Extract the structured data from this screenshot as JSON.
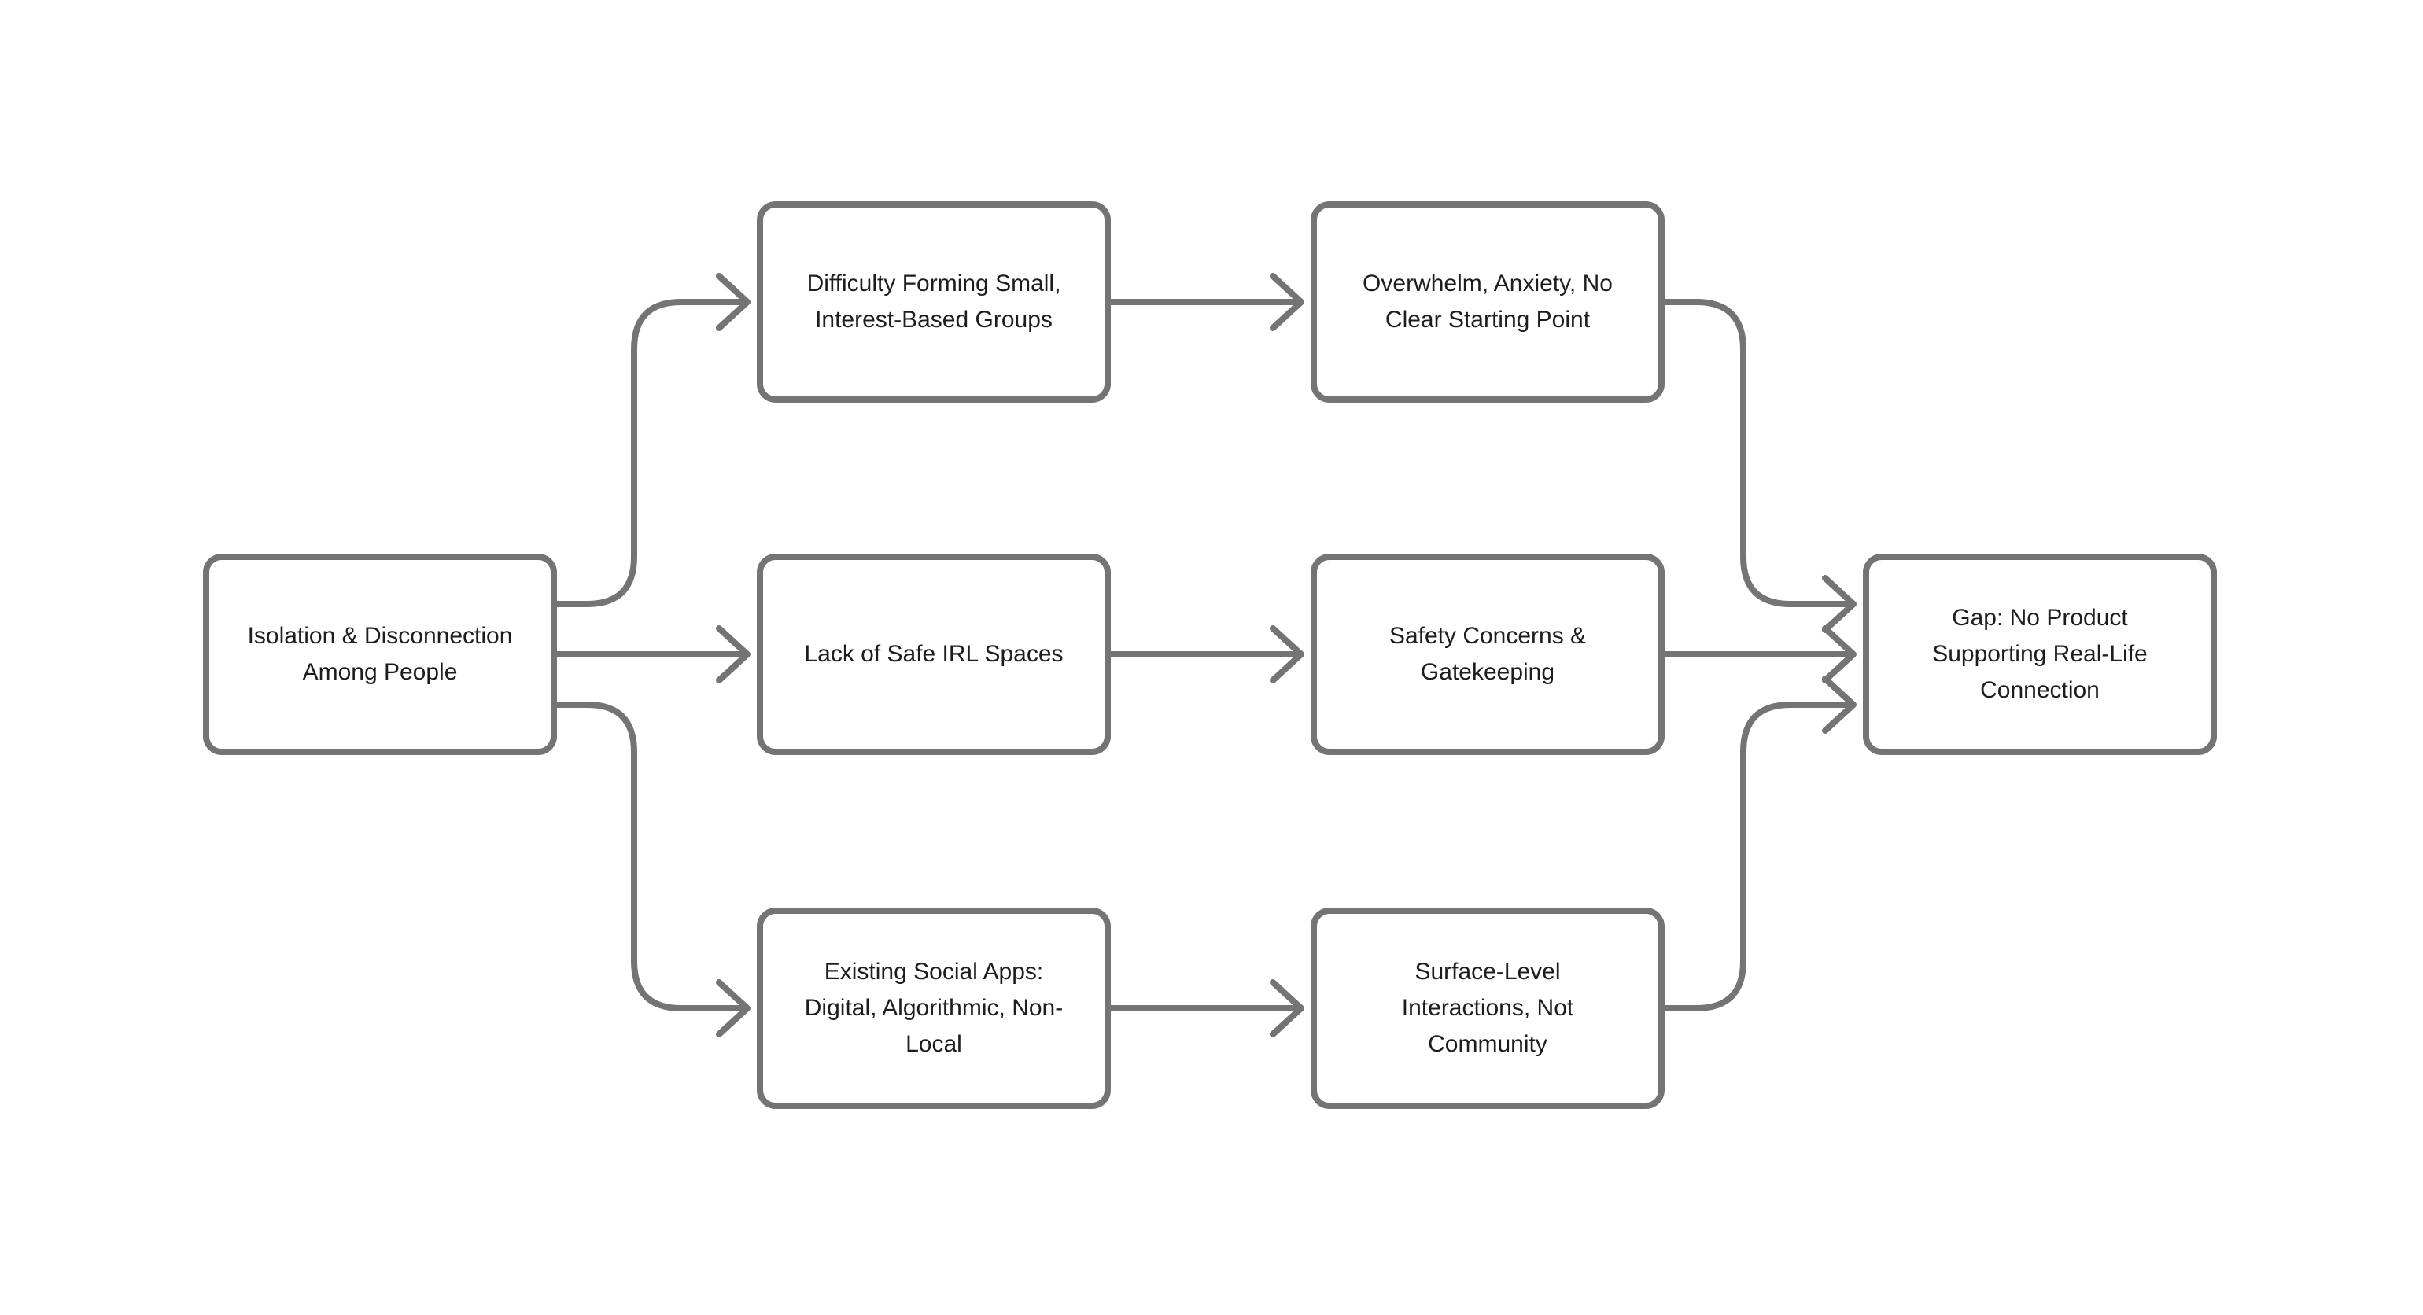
{
  "style": {
    "stroke_color": "#747474",
    "text_color": "#1d1d1d",
    "node_fill": "#ffffff",
    "background": "#ffffff"
  },
  "nodes": [
    {
      "id": "isolation",
      "label": "Isolation & Disconnection\nAmong People"
    },
    {
      "id": "difficulty-groups",
      "label": "Difficulty Forming Small,\nInterest-Based Groups"
    },
    {
      "id": "overwhelm",
      "label": "Overwhelm, Anxiety, No\nClear Starting Point"
    },
    {
      "id": "lack-irl-spaces",
      "label": "Lack of Safe IRL Spaces"
    },
    {
      "id": "safety-gatekeeping",
      "label": "Safety Concerns &\nGatekeeping"
    },
    {
      "id": "existing-apps",
      "label": "Existing Social Apps:\nDigital, Algorithmic, Non-\nLocal"
    },
    {
      "id": "surface-level",
      "label": "Surface-Level\nInteractions, Not\nCommunity"
    },
    {
      "id": "gap",
      "label": "Gap: No Product\nSupporting Real-Life\nConnection"
    }
  ],
  "edges": [
    {
      "from": "isolation",
      "to": "difficulty-groups"
    },
    {
      "from": "isolation",
      "to": "lack-irl-spaces"
    },
    {
      "from": "isolation",
      "to": "existing-apps"
    },
    {
      "from": "difficulty-groups",
      "to": "overwhelm"
    },
    {
      "from": "lack-irl-spaces",
      "to": "safety-gatekeeping"
    },
    {
      "from": "existing-apps",
      "to": "surface-level"
    },
    {
      "from": "overwhelm",
      "to": "gap"
    },
    {
      "from": "safety-gatekeeping",
      "to": "gap"
    },
    {
      "from": "surface-level",
      "to": "gap"
    }
  ]
}
